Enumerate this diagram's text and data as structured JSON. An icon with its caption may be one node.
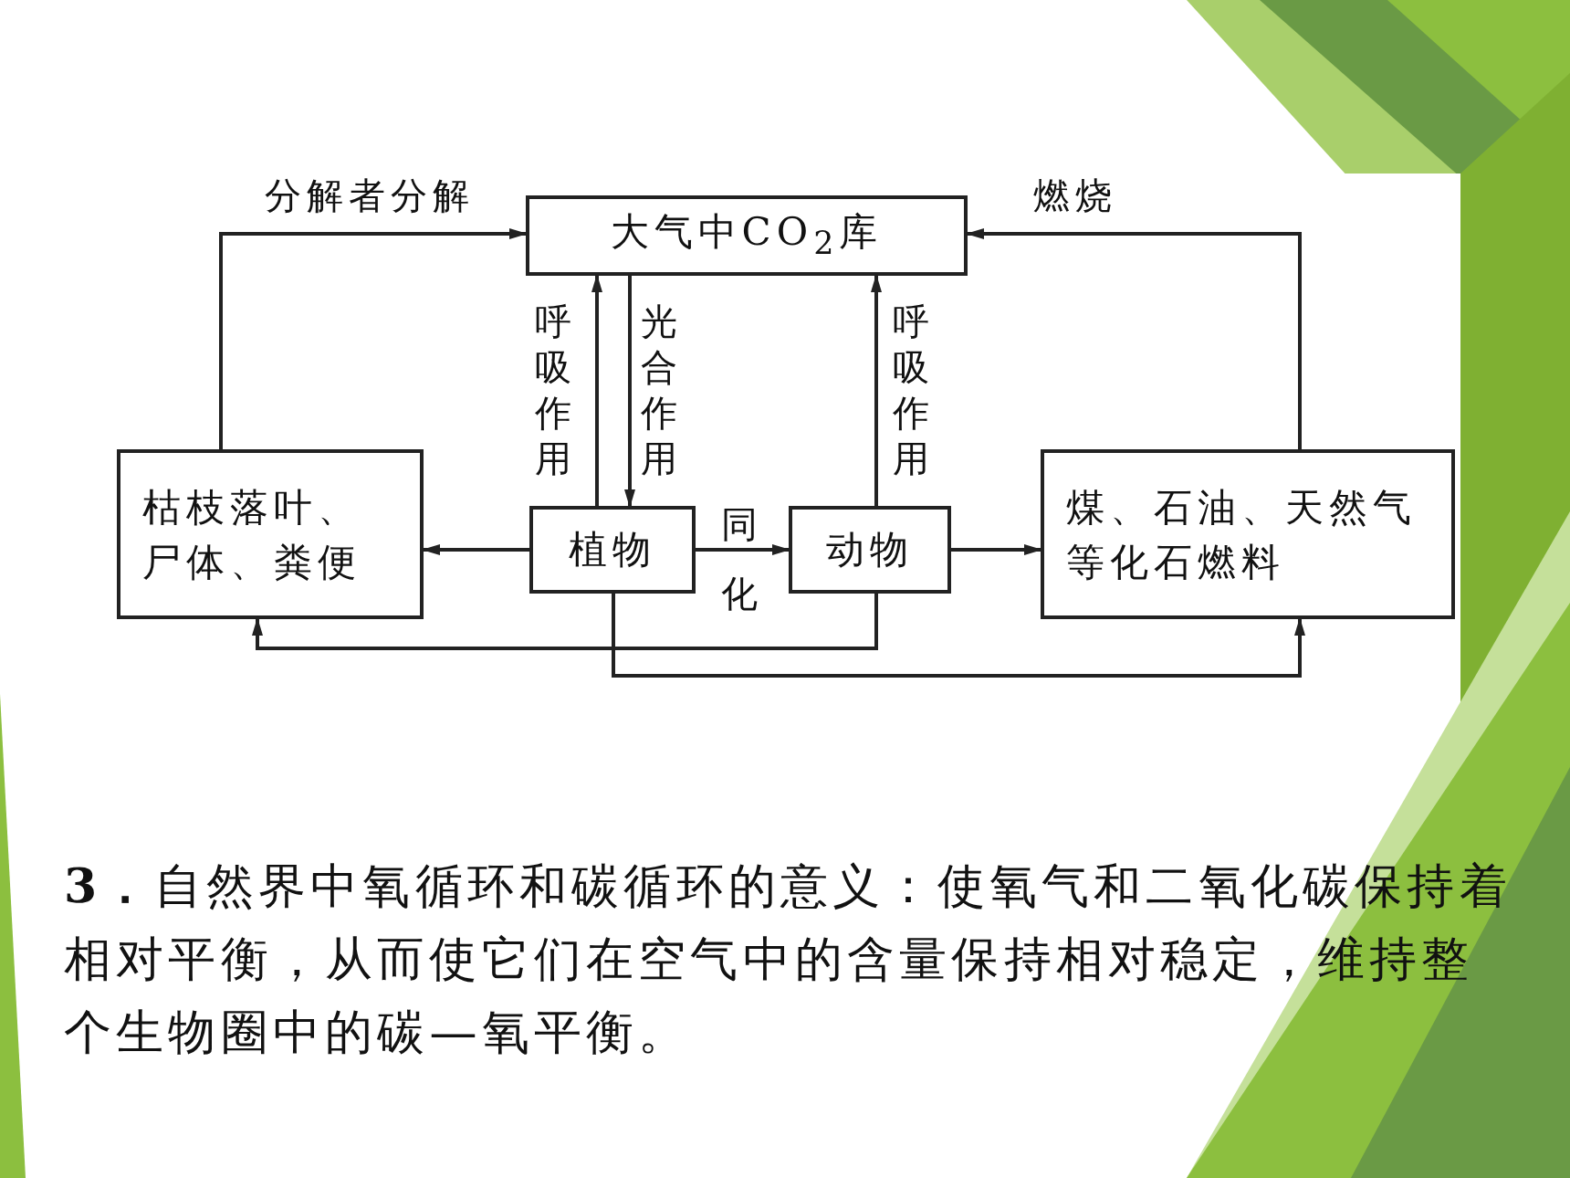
{
  "diagram": {
    "nodes": [
      {
        "text": [
          "大气中CO$_{2}$库"
        ]
      },
      {
        "text": [
          "枯枝落叶、尸体、粪便"
        ]
      },
      {
        "text": [
          "植物"
        ]
      },
      {
        "text": [
          "动物"
        ]
      },
      {
        "text": [
          "煤、石油、天然气等化石燃料"
        ]
      }
    ],
    "edges": [
      {
        "from": 1,
        "to": 0,
        "arrow": "to",
        "label": "分解者分解"
      },
      {
        "from": 4,
        "to": 0,
        "arrow": "to",
        "label": "燃烧"
      },
      {
        "from": 2,
        "to": 0,
        "arrow": "to",
        "label": "呼吸作用"
      },
      {
        "from": 0,
        "to": 2,
        "arrow": "to",
        "label": "光合作用"
      },
      {
        "from": 3,
        "to": 0,
        "arrow": "to",
        "label": "呼吸作用"
      },
      {
        "from": 2,
        "to": 1,
        "arrow": "to"
      },
      {
        "from": 2,
        "to": 3,
        "arrow": "to",
        "label": "同化"
      },
      {
        "from": 3,
        "to": 1,
        "arrow": "to"
      },
      {
        "from": 2,
        "to": 4,
        "arrow": "to"
      },
      {
        "from": 3,
        "to": 4,
        "arrow": "to"
      }
    ],
    "labels": [
      "**3．**自然界中氧循环和碳循环的意义：使氧气和二氧化碳保持着相对平衡，从而使它们在空气中的含量保持相对稳定，维持整个生物圈中的碳—氧平衡。"
    ]
  }
}
